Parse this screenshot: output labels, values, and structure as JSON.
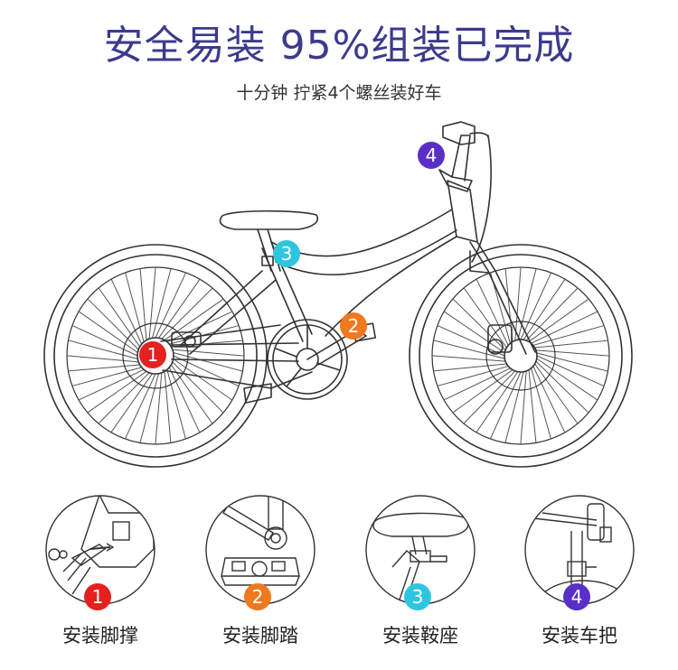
{
  "header": {
    "title": "安全易装 95%组装已完成",
    "subtitle": "十分钟 拧紧4个螺丝装好车"
  },
  "colors": {
    "title": "#3c3a8c",
    "step1": "#e6201e",
    "step2": "#f0781e",
    "step3": "#2ec6df",
    "step4": "#5a2fc8"
  },
  "steps": [
    {
      "number": "1",
      "label": "安装脚撑"
    },
    {
      "number": "2",
      "label": "安装脚踏"
    },
    {
      "number": "3",
      "label": "安装鞍座"
    },
    {
      "number": "4",
      "label": "安装车把"
    }
  ]
}
